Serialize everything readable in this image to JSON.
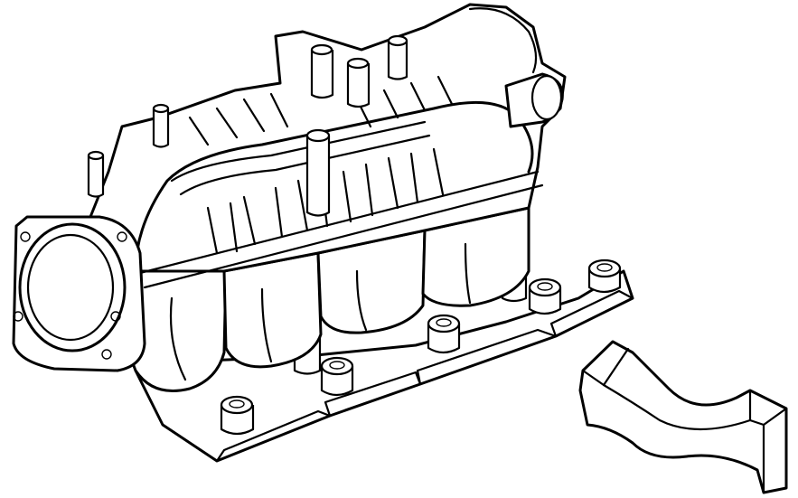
{
  "diagram": {
    "parts": [
      {
        "name": "intake-manifold",
        "icon": "intake-manifold-drawing"
      },
      {
        "name": "manifold-cover",
        "icon": "cover-drawing"
      }
    ]
  }
}
